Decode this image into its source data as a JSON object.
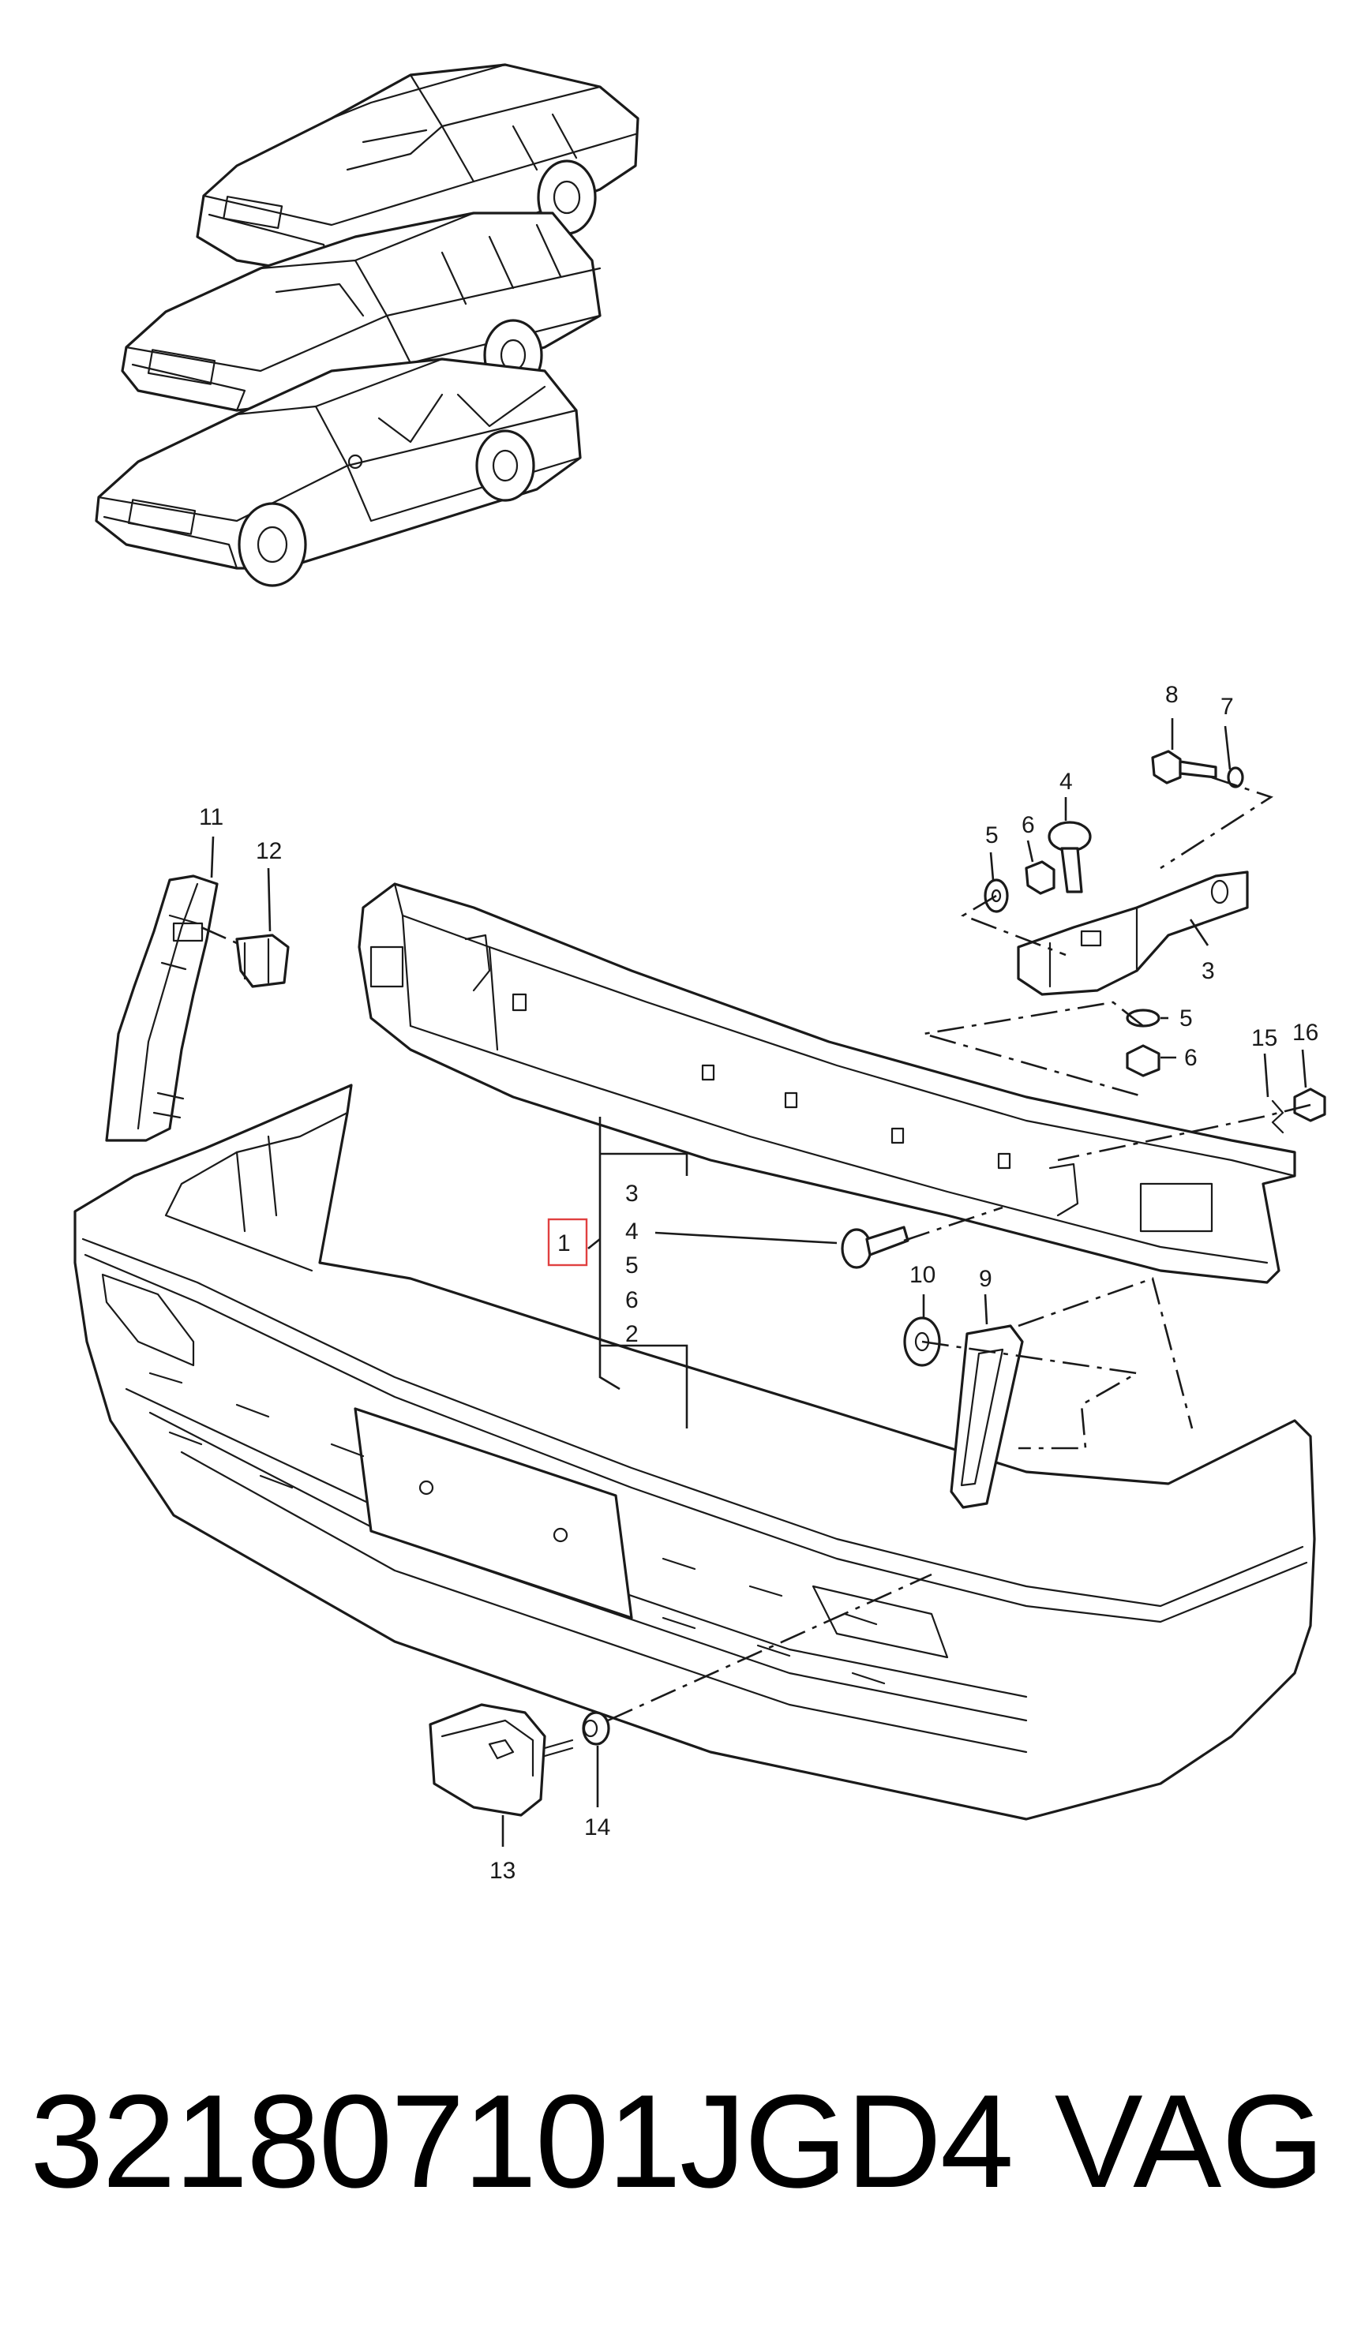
{
  "callouts": {
    "c1": "1",
    "c2": "2",
    "c3a": "3",
    "c3b": "3",
    "c4a": "4",
    "c4b": "4",
    "c5a": "5",
    "c5b": "5",
    "c5c": "5",
    "c6a": "6",
    "c6b": "6",
    "c6c": "6",
    "c7": "7",
    "c8": "8",
    "c9": "9",
    "c10": "10",
    "c11": "11",
    "c12": "12",
    "c13": "13",
    "c14": "14",
    "c15": "15",
    "c16": "16"
  },
  "footer": {
    "part_number": "321807101JGD4",
    "brand": "VAG"
  },
  "colors": {
    "highlight_box": "#e04040"
  },
  "icons": [
    "sedan-car-icon",
    "wagon-car-icon",
    "coupe-car-icon"
  ]
}
